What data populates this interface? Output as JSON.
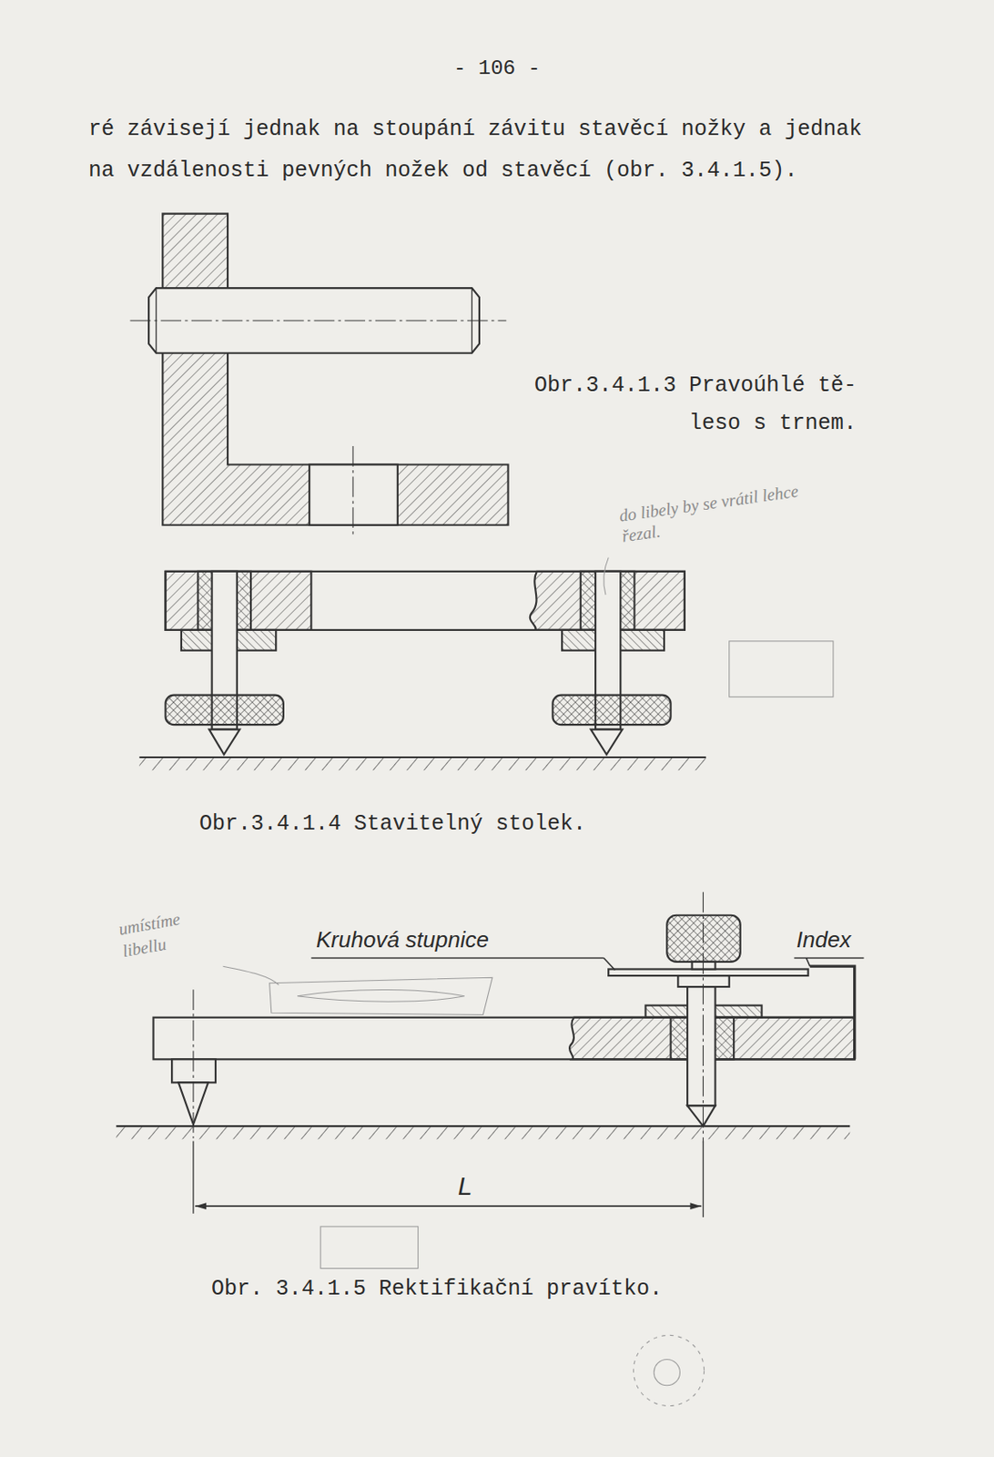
{
  "diagram": {
    "labels": [
      "- 106 -",
      "ré závisejí jednak na stoupání závitu stavěcí nožky a jednak na vzdálenosti pevných nožek od stavěcí (obr. 3.4.1.5).",
      "Obr.3.4.1.3 Pravoúhlé tě- leso s trnem.",
      "do libely by se vrátil lehce řezal.",
      "Obr.3.4.1.4 Stavitelný stolek.",
      "umístíme libellu",
      "Kruhová stupnice",
      "Index",
      "L",
      "Obr. 3.4.1.5 Rektifikační pravítko."
    ]
  }
}
